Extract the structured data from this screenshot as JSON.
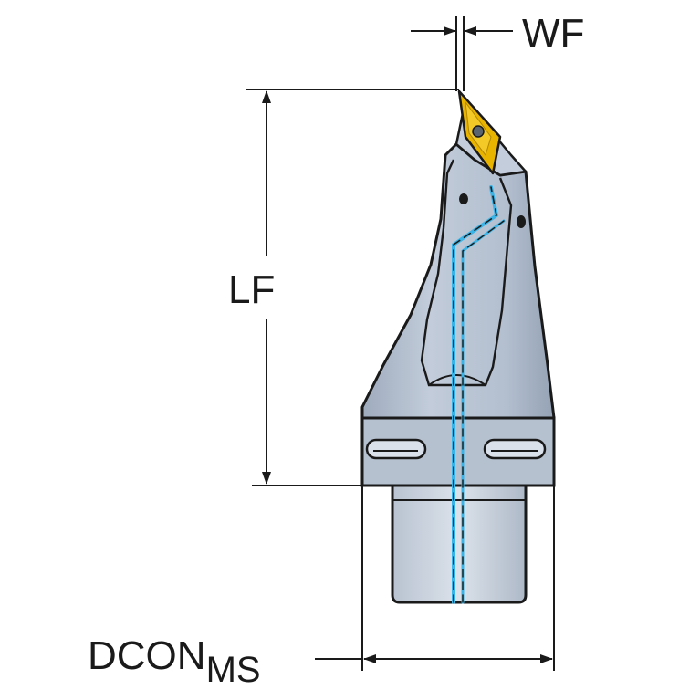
{
  "labels": {
    "wf": "WF",
    "lf": "LF",
    "dcon_main": "DCON",
    "dcon_sub": "MS"
  },
  "colors": {
    "body": "#b7c3d2",
    "body_shade": "#8f9cae",
    "shank": "#c9d2de",
    "outline": "#1a1a1a",
    "coolant": "#3ab4e6",
    "insert": "#e8b400",
    "insert_dark": "#b08600"
  },
  "icons": {
    "insert": "rhombic-insert-icon",
    "screw": "clamp-screw-icon"
  }
}
